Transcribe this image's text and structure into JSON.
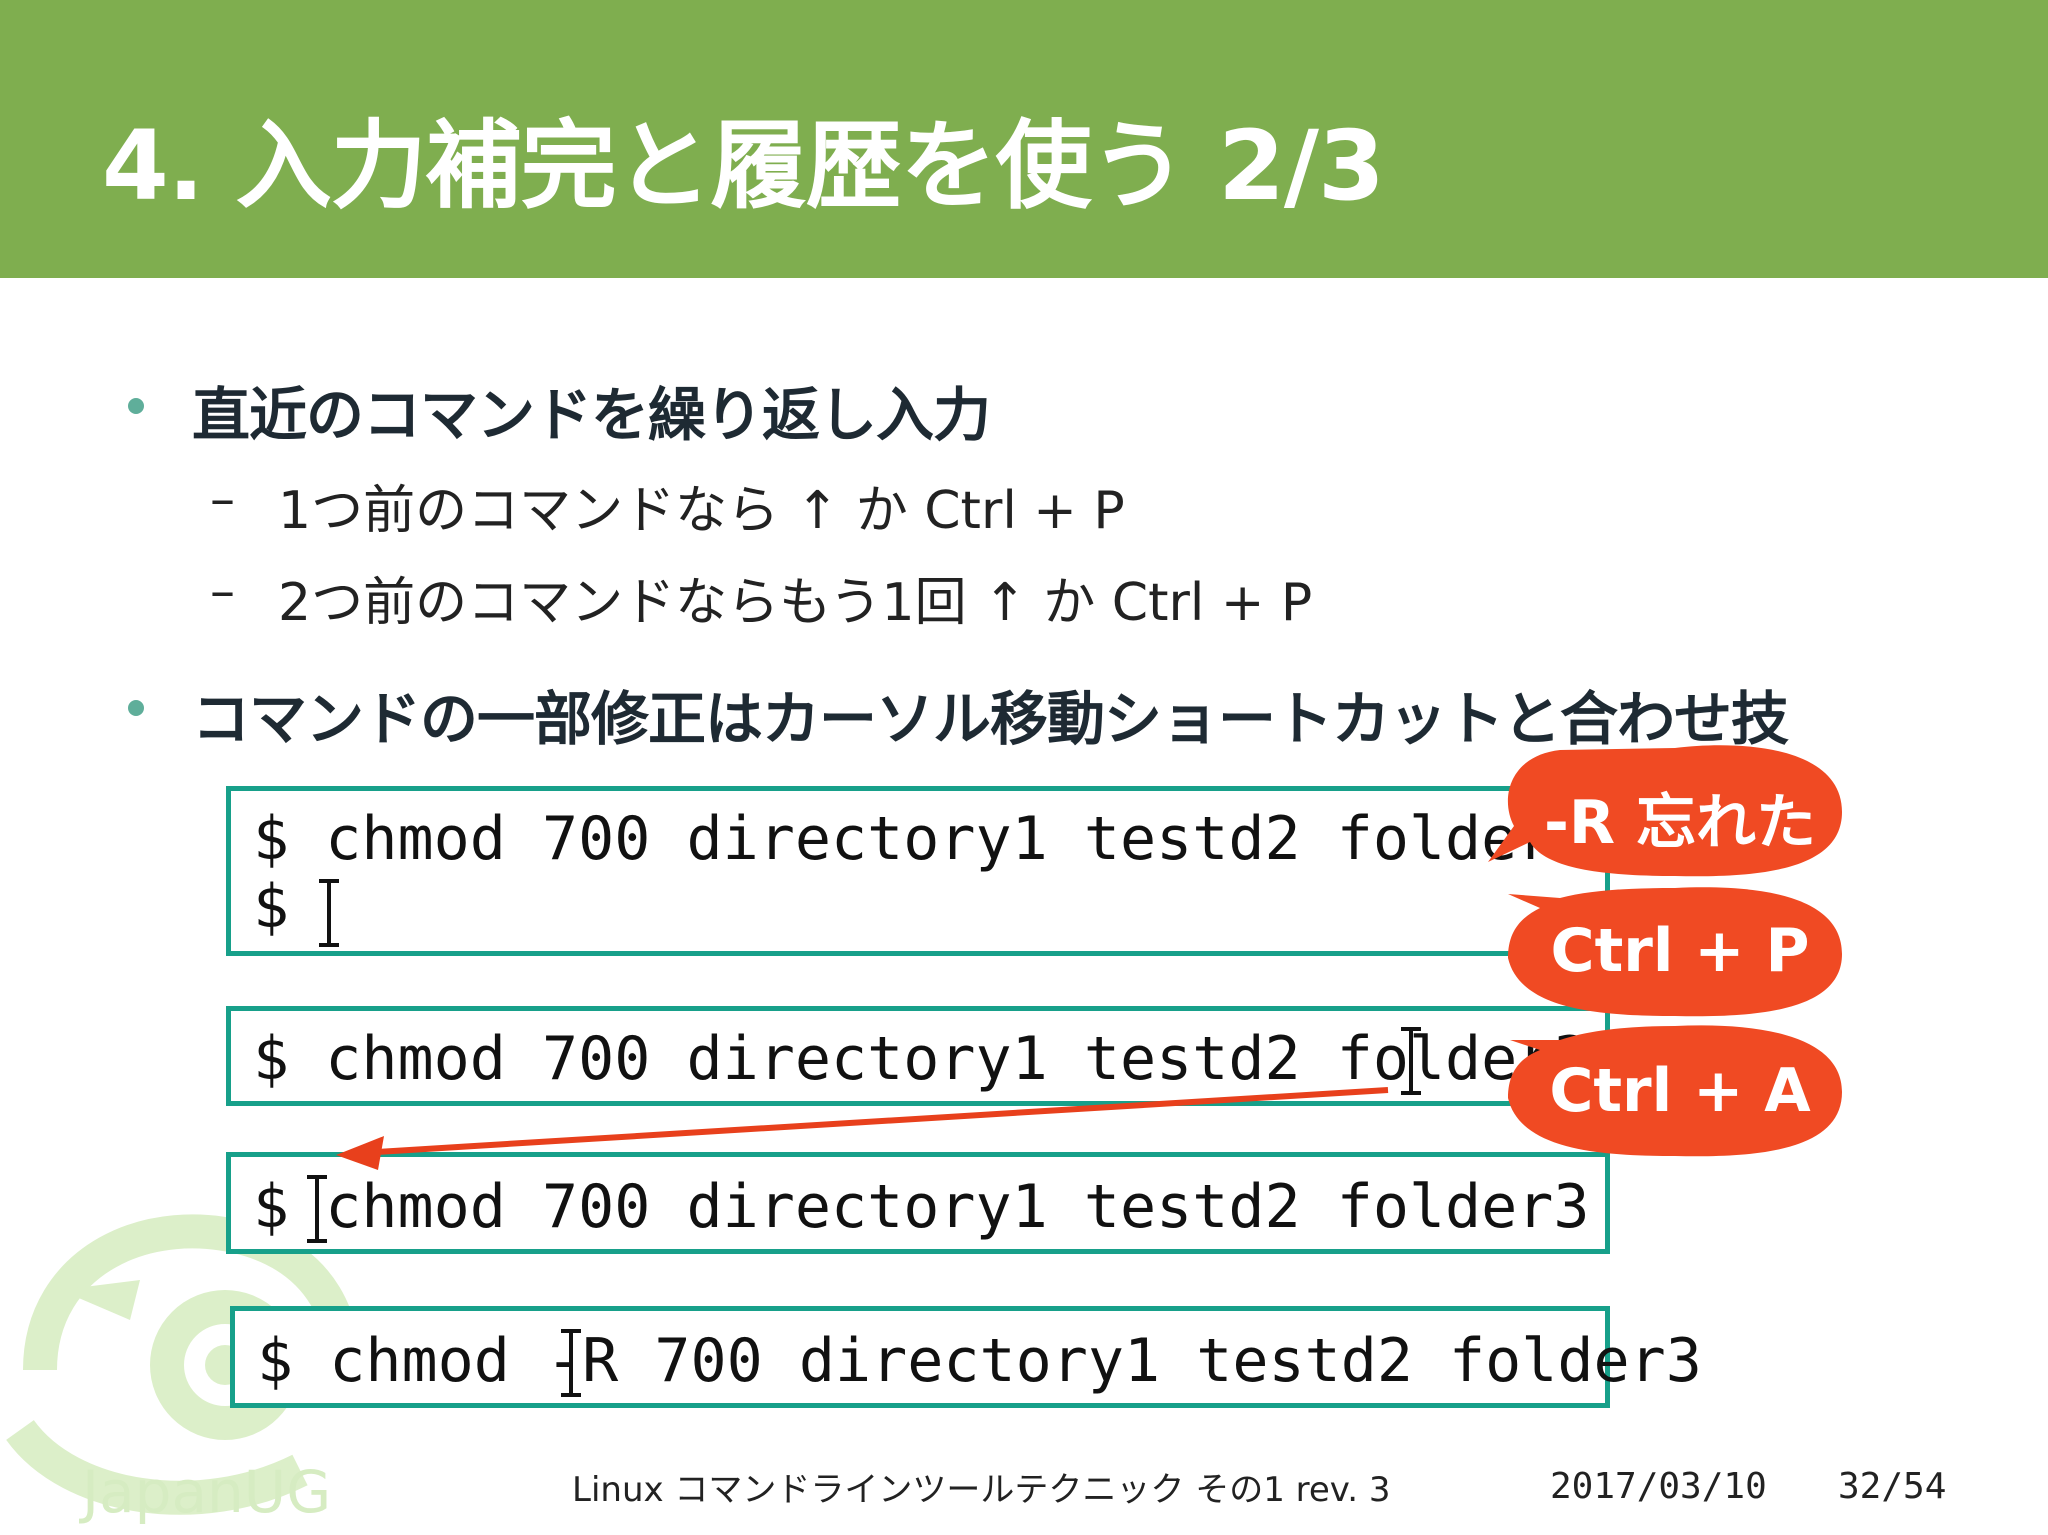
{
  "header": {
    "title": "4. 入力補完と履歴を使う 2/3",
    "bg_color": "#7fae4f"
  },
  "bullets": [
    {
      "text": "直近のコマンドを繰り返し入力",
      "subitems": [
        {
          "dash": "–",
          "text": "1つ前のコマンドなら ↑ か Ctrl + P"
        },
        {
          "dash": "–",
          "text": "2つ前のコマンドならもう1回 ↑ か Ctrl + P"
        }
      ]
    },
    {
      "text": "コマンドの一部修正はカーソル移動ショートカットと合わせ技"
    }
  ],
  "terminals": [
    {
      "lines": [
        "$ chmod 700 directory1 testd2 folder3",
        "$ "
      ]
    },
    {
      "lines": [
        "$ chmod 700 directory1 testd2 folder3"
      ]
    },
    {
      "lines": [
        "$ chmod 700 directory1 testd2 folder3"
      ]
    },
    {
      "lines": [
        "$ chmod -R 700 directory1 testd2 folder3"
      ]
    }
  ],
  "bubbles": [
    {
      "label": "-R 忘れた",
      "color": "#f04a23"
    },
    {
      "label": "Ctrl + P",
      "color": "#f04a23"
    },
    {
      "label": "Ctrl + A",
      "color": "#f04a23"
    }
  ],
  "arrow_color": "#e8401c",
  "terminal_border_color": "#17a08a",
  "footer": {
    "subtitle": "Linux コマンドラインツールテクニック その1 rev. 3",
    "date": "2017/03/10",
    "page": "32/54"
  },
  "logo": {
    "text": "JapanUG",
    "icon": "opensuse-chameleon-icon"
  }
}
